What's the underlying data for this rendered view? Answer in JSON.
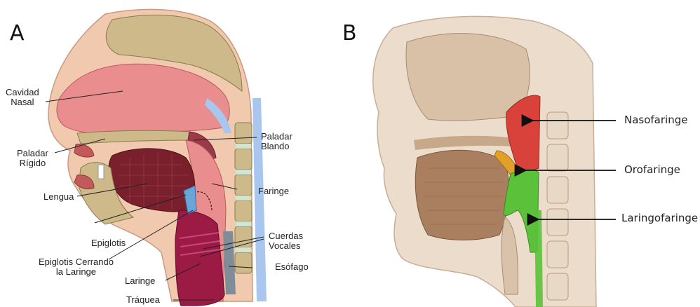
{
  "panels": {
    "a": {
      "letter": "A",
      "labels": {
        "cavidad_nasal": "Cavidad\nNasal",
        "paladar_rigido": "Paladar\nRígido",
        "lengua": "Lengua",
        "epiglotis": "Epiglotis",
        "epiglotis_cerrando": "Epiglotis Cerrando\nla Laringe",
        "laringe": "Laringe",
        "traquea": "Tráquea",
        "paladar_blando": "Paladar\nBlando",
        "faringe": "Faringe",
        "cuerdas_vocales": "Cuerdas\nVocales",
        "esofago": "Esófago"
      }
    },
    "b": {
      "letter": "B",
      "labels": {
        "nasofaringe": "Nasofaringe",
        "orofaringe": "Orofaringe",
        "laringofaringe": "Laringofaringe"
      },
      "region_colors": {
        "nasofaringe": "#d9423a",
        "orofaringe": "#e0a02a",
        "laringofaringe": "#5cc13a"
      }
    }
  }
}
